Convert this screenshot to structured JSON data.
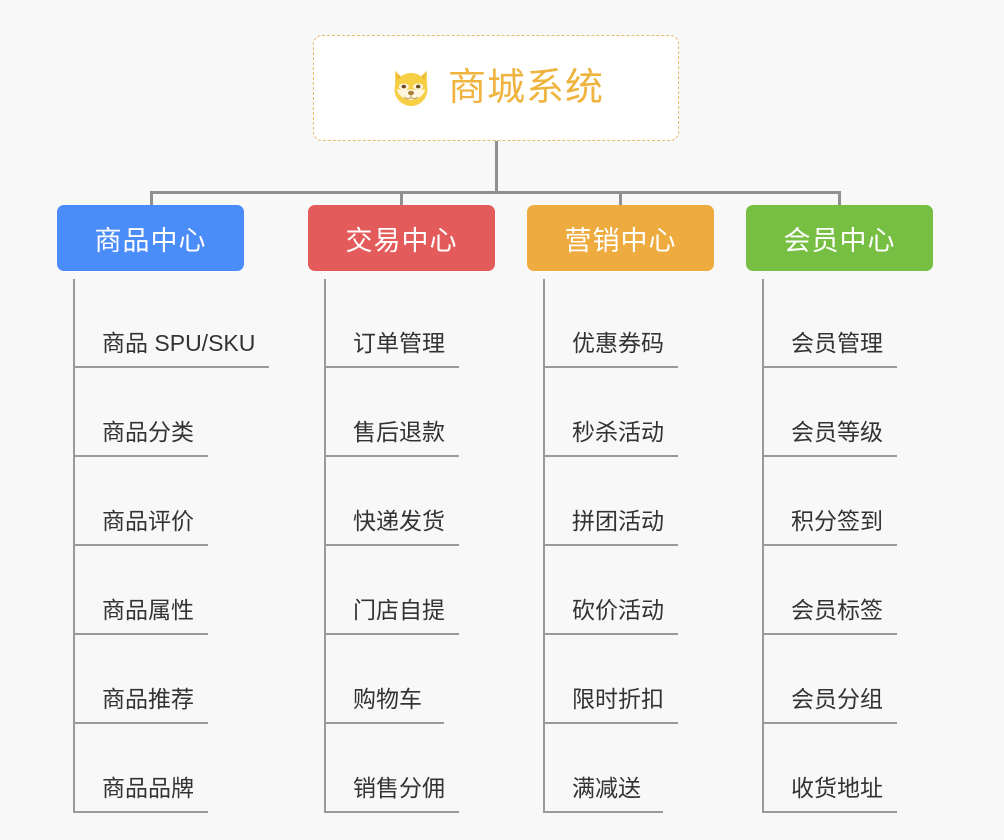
{
  "page": {
    "background_color": "#f8f8f9",
    "connector_color": "#909090"
  },
  "root": {
    "title": "商城系统",
    "icon": "shiba-dog-face-icon",
    "text_color": "#efb33f",
    "border_color": "#e8b96a",
    "background_color": "#ffffff"
  },
  "columns": [
    {
      "label": "商品中心",
      "color": "#4b8df8",
      "items": [
        "商品 SPU/SKU",
        "商品分类",
        "商品评价",
        "商品属性",
        "商品推荐",
        "商品品牌"
      ]
    },
    {
      "label": "交易中心",
      "color": "#e35b5b",
      "items": [
        "订单管理",
        "售后退款",
        "快递发货",
        "门店自提",
        "购物车",
        "销售分佣"
      ]
    },
    {
      "label": "营销中心",
      "color": "#eeab40",
      "items": [
        "优惠券码",
        "秒杀活动",
        "拼团活动",
        "砍价活动",
        "限时折扣",
        "满减送"
      ]
    },
    {
      "label": "会员中心",
      "color": "#77bf43",
      "items": [
        "会员管理",
        "会员等级",
        "积分签到",
        "会员标签",
        "会员分组",
        "收货地址"
      ]
    }
  ]
}
